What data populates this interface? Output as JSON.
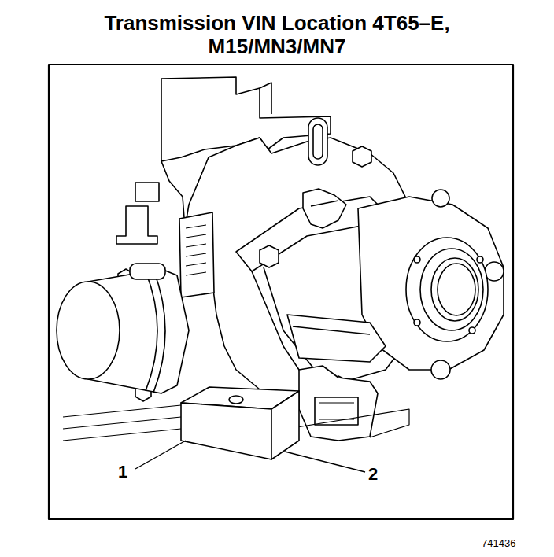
{
  "diagram": {
    "title": "Transmission VIN Location 4T65–E, M15/MN3/MN7",
    "labels": [
      "1",
      "2",
      "741436"
    ]
  }
}
